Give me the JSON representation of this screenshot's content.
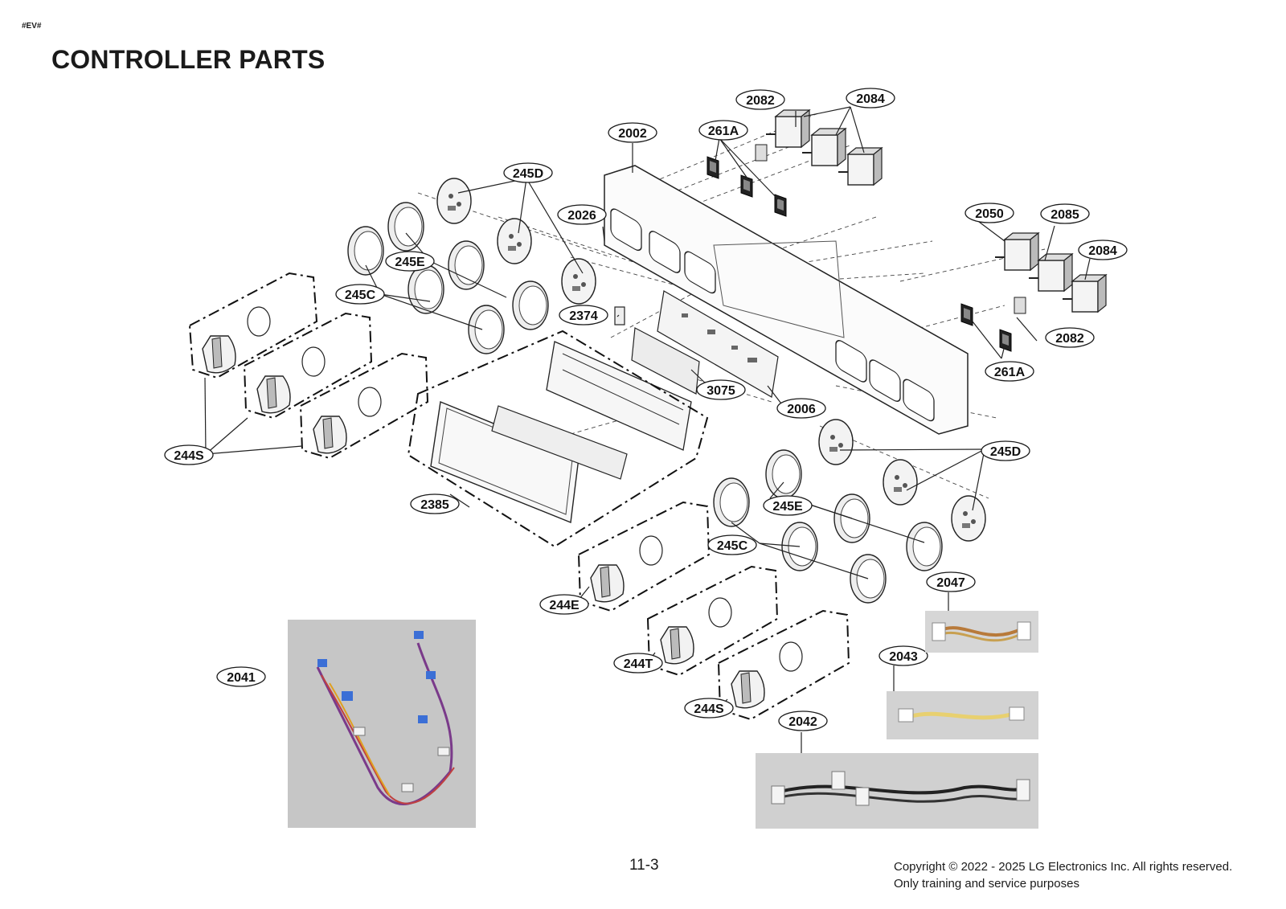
{
  "header": {
    "tag": "#EV#",
    "title": "CONTROLLER PARTS"
  },
  "parts": [
    "2082",
    "2084",
    "2002",
    "261A",
    "245D",
    "2026",
    "2050",
    "2085",
    "2084",
    "245E",
    "245C",
    "2374",
    "2082",
    "261A",
    "3075",
    "2006",
    "244S",
    "245D",
    "2385",
    "245E",
    "245C",
    "2047",
    "244E",
    "244T",
    "2043",
    "2041",
    "244S",
    "2042"
  ],
  "footer": {
    "page_number": "11-3",
    "copyright": "Copyright © 2022 - 2025 LG Electronics Inc. All rights reserved.",
    "usage": "Only training and service purposes"
  },
  "colors": {
    "ink": "#1a1a1a",
    "photo_bg": "#c9c9c9",
    "label_fill": "#ffffff"
  }
}
